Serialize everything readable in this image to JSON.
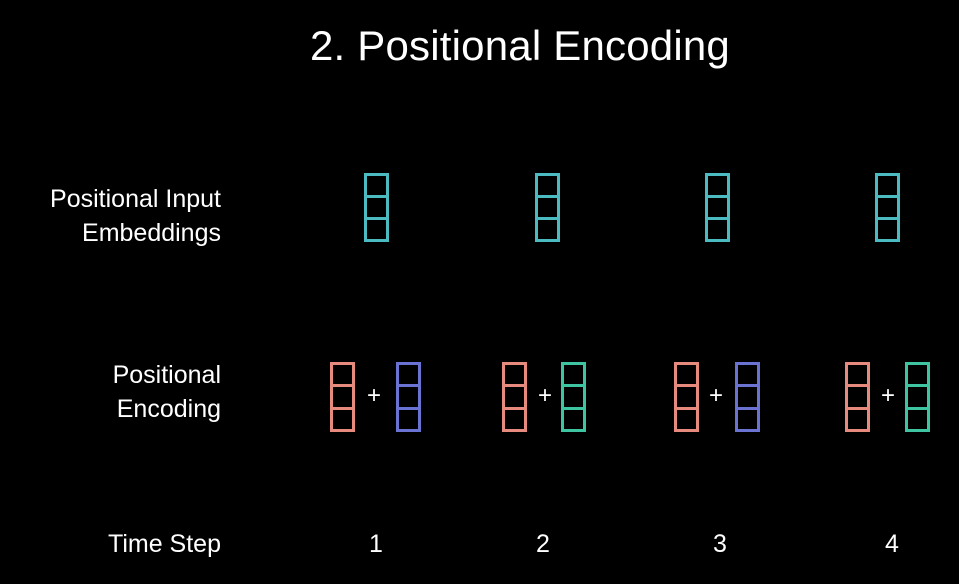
{
  "title": "2. Positional Encoding",
  "rows": {
    "input_embeddings": [
      "Positional Input",
      "Embeddings"
    ],
    "positional_encoding": [
      "Positional",
      "Encoding"
    ],
    "time_step": "Time Step"
  },
  "operator": "+",
  "colors": {
    "input_embedding": "#4bbbc1",
    "word_embedding": "#e58a7d",
    "encoding_odd": "#6a72d2",
    "encoding_even": "#3ec4a0"
  },
  "time_steps": [
    {
      "label": "1",
      "encoding_color": "#6a72d2"
    },
    {
      "label": "2",
      "encoding_color": "#3ec4a0"
    },
    {
      "label": "3",
      "encoding_color": "#6a72d2"
    },
    {
      "label": "4",
      "encoding_color": "#3ec4a0"
    }
  ]
}
